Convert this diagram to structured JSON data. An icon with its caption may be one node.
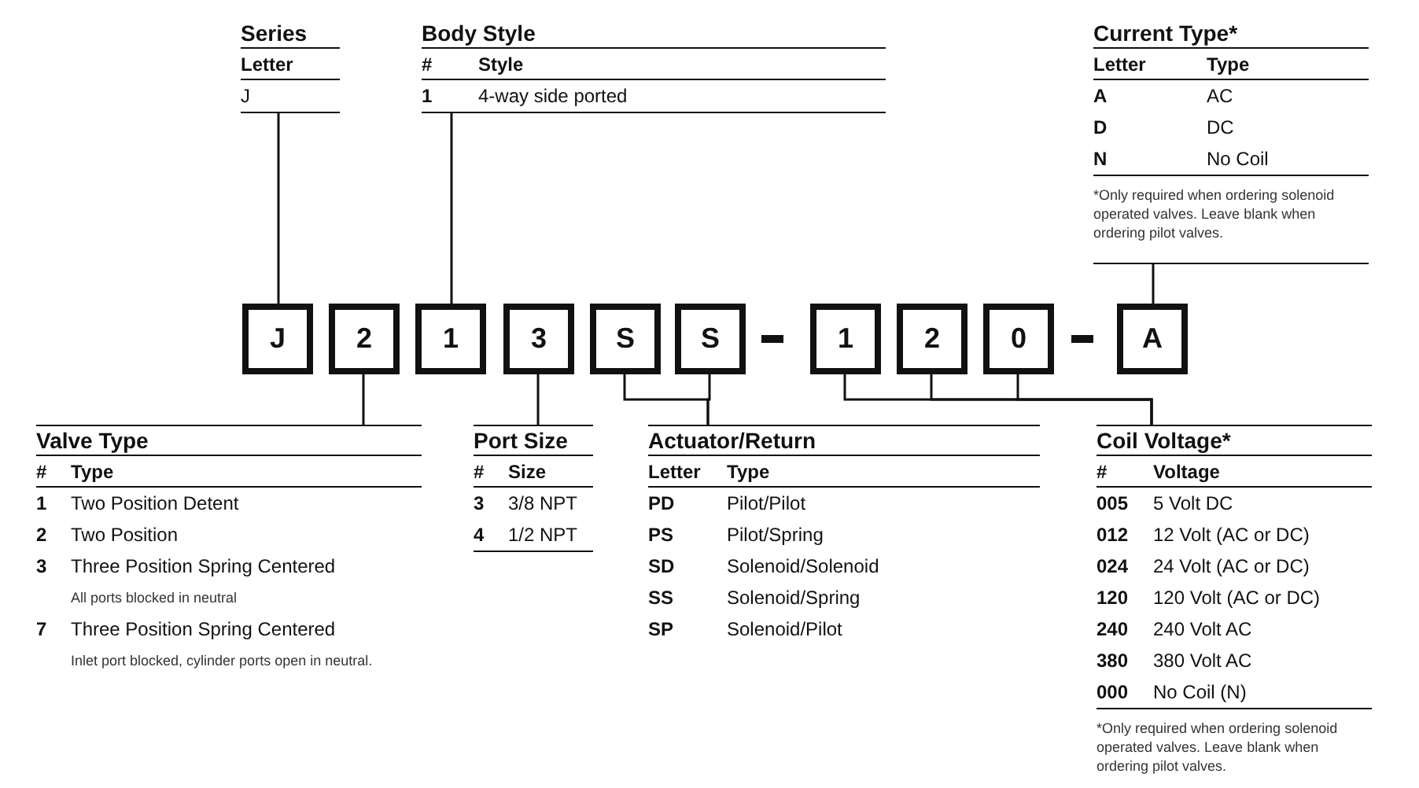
{
  "diagram": {
    "nodes": [
      {
        "text": [
          "Series",
          "Letter",
          "J"
        ]
      },
      {
        "text": [
          "Body Style",
          "#",
          "Style",
          "1",
          "4-way side ported"
        ]
      },
      {
        "text": [
          "Current Type*",
          "Letter",
          "Type",
          "A",
          "AC",
          "D",
          "DC",
          "N",
          "No Coil",
          "*Only required when ordering solenoid operated valves. Leave blank when ordering pilot valves."
        ]
      },
      {
        "text": [
          "J"
        ]
      },
      {
        "text": [
          "2"
        ]
      },
      {
        "text": [
          "1"
        ]
      },
      {
        "text": [
          "3"
        ]
      },
      {
        "text": [
          "S"
        ]
      },
      {
        "text": [
          "S"
        ]
      },
      {
        "text": [
          "1"
        ]
      },
      {
        "text": [
          "2"
        ]
      },
      {
        "text": [
          "0"
        ]
      },
      {
        "text": [
          "A"
        ]
      },
      {
        "text": [
          "Valve Type",
          "#",
          "Type",
          "1",
          "Two Position Detent",
          "2",
          "Two Position",
          "3",
          "Three Position Spring Centered",
          "All ports blocked in neutral",
          "7",
          "Three Position Spring Centered",
          "Inlet port blocked, cylinder ports open in neutral."
        ]
      },
      {
        "text": [
          "Port Size",
          "#",
          "Size",
          "3",
          "3/8 NPT",
          "4",
          "1/2 NPT"
        ]
      },
      {
        "text": [
          "Actuator/Return",
          "Letter",
          "Type",
          "PD",
          "Pilot/Pilot",
          "PS",
          "Pilot/Spring",
          "SD",
          "Solenoid/Solenoid",
          "SS",
          "Solenoid/Spring",
          "SP",
          "Solenoid/Pilot"
        ]
      },
      {
        "text": [
          "Coil Voltage*",
          "#",
          "Voltage",
          "005",
          "5 Volt DC",
          "012",
          "12 Volt (AC or DC)",
          "024",
          "24 Volt (AC or DC)",
          "120",
          "120 Volt (AC or DC)",
          "240",
          "240 Volt AC",
          "380",
          "380 Volt AC",
          "000",
          "No Coil (N)",
          "*Only required when ordering solenoid operated valves. Leave blank when ordering pilot valves."
        ]
      }
    ],
    "edges": [
      {
        "from": 0,
        "to": 3,
        "arrow": "none"
      },
      {
        "from": 1,
        "to": 5,
        "arrow": "none"
      },
      {
        "from": 2,
        "to": 12,
        "arrow": "none"
      },
      {
        "from": 4,
        "to": 13,
        "arrow": "none"
      },
      {
        "from": 6,
        "to": 14,
        "arrow": "none"
      },
      {
        "from": 7,
        "to": 15,
        "arrow": "none"
      },
      {
        "from": 8,
        "to": 15,
        "arrow": "none"
      },
      {
        "from": 9,
        "to": 16,
        "arrow": "none"
      },
      {
        "from": 10,
        "to": 16,
        "arrow": "none"
      },
      {
        "from": 11,
        "to": 16,
        "arrow": "none"
      }
    ]
  }
}
